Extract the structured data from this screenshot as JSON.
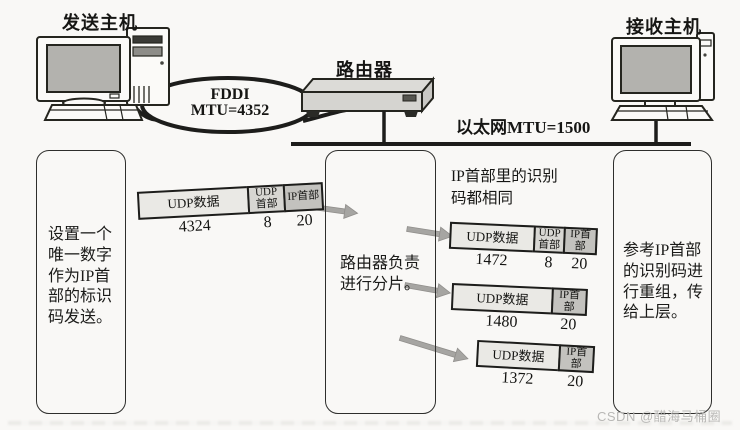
{
  "labels": {
    "sender_host": "发送主机",
    "router": "路由器",
    "receiver_host": "接收主机",
    "ethernet_mtu": "以太网MTU=1500",
    "fddi": "FDDI",
    "fddi_mtu": "MTU=4352"
  },
  "annotations": {
    "left_note": "设置一个\n唯一数字\n作为IP首\n部的标识\n码发送。",
    "router_note": "路由器负责\n进行分片。",
    "right_note": "参考IP首部\n的识别码进\n行重组，传\n给上层。",
    "fragment_id_note": "IP首部里的识别\n码都相同"
  },
  "packets": {
    "original": {
      "segments": [
        {
          "label": "UDP数据",
          "size": "4324"
        },
        {
          "label": "UDP首部",
          "size": "8"
        },
        {
          "label": "IP首部",
          "size": "20"
        }
      ]
    },
    "fragment1": {
      "segments": [
        {
          "label": "UDP数据",
          "size": "1472"
        },
        {
          "label": "UDP首部",
          "size": "8"
        },
        {
          "label": "IP首部",
          "size": "20"
        }
      ]
    },
    "fragment2": {
      "segments": [
        {
          "label": "UDP数据",
          "size": "1480"
        },
        {
          "label": "IP首部",
          "size": "20"
        }
      ]
    },
    "fragment3": {
      "segments": [
        {
          "label": "UDP数据",
          "size": "1372"
        },
        {
          "label": "IP首部",
          "size": "20"
        }
      ]
    }
  },
  "watermark": "CSDN @醋海马桶圈",
  "colors": {
    "paper": "#f9f8f6",
    "line_black": "#1d1d1b",
    "packet_data_fill": "#eae9e5",
    "packet_udp_header_fill": "#d7d6d2",
    "packet_ip_header_fill": "#c3c2be",
    "arrow_gray": "#a6a5a2",
    "box_border": "#2e2e2c",
    "screen_gray": "#b3b2ae"
  }
}
